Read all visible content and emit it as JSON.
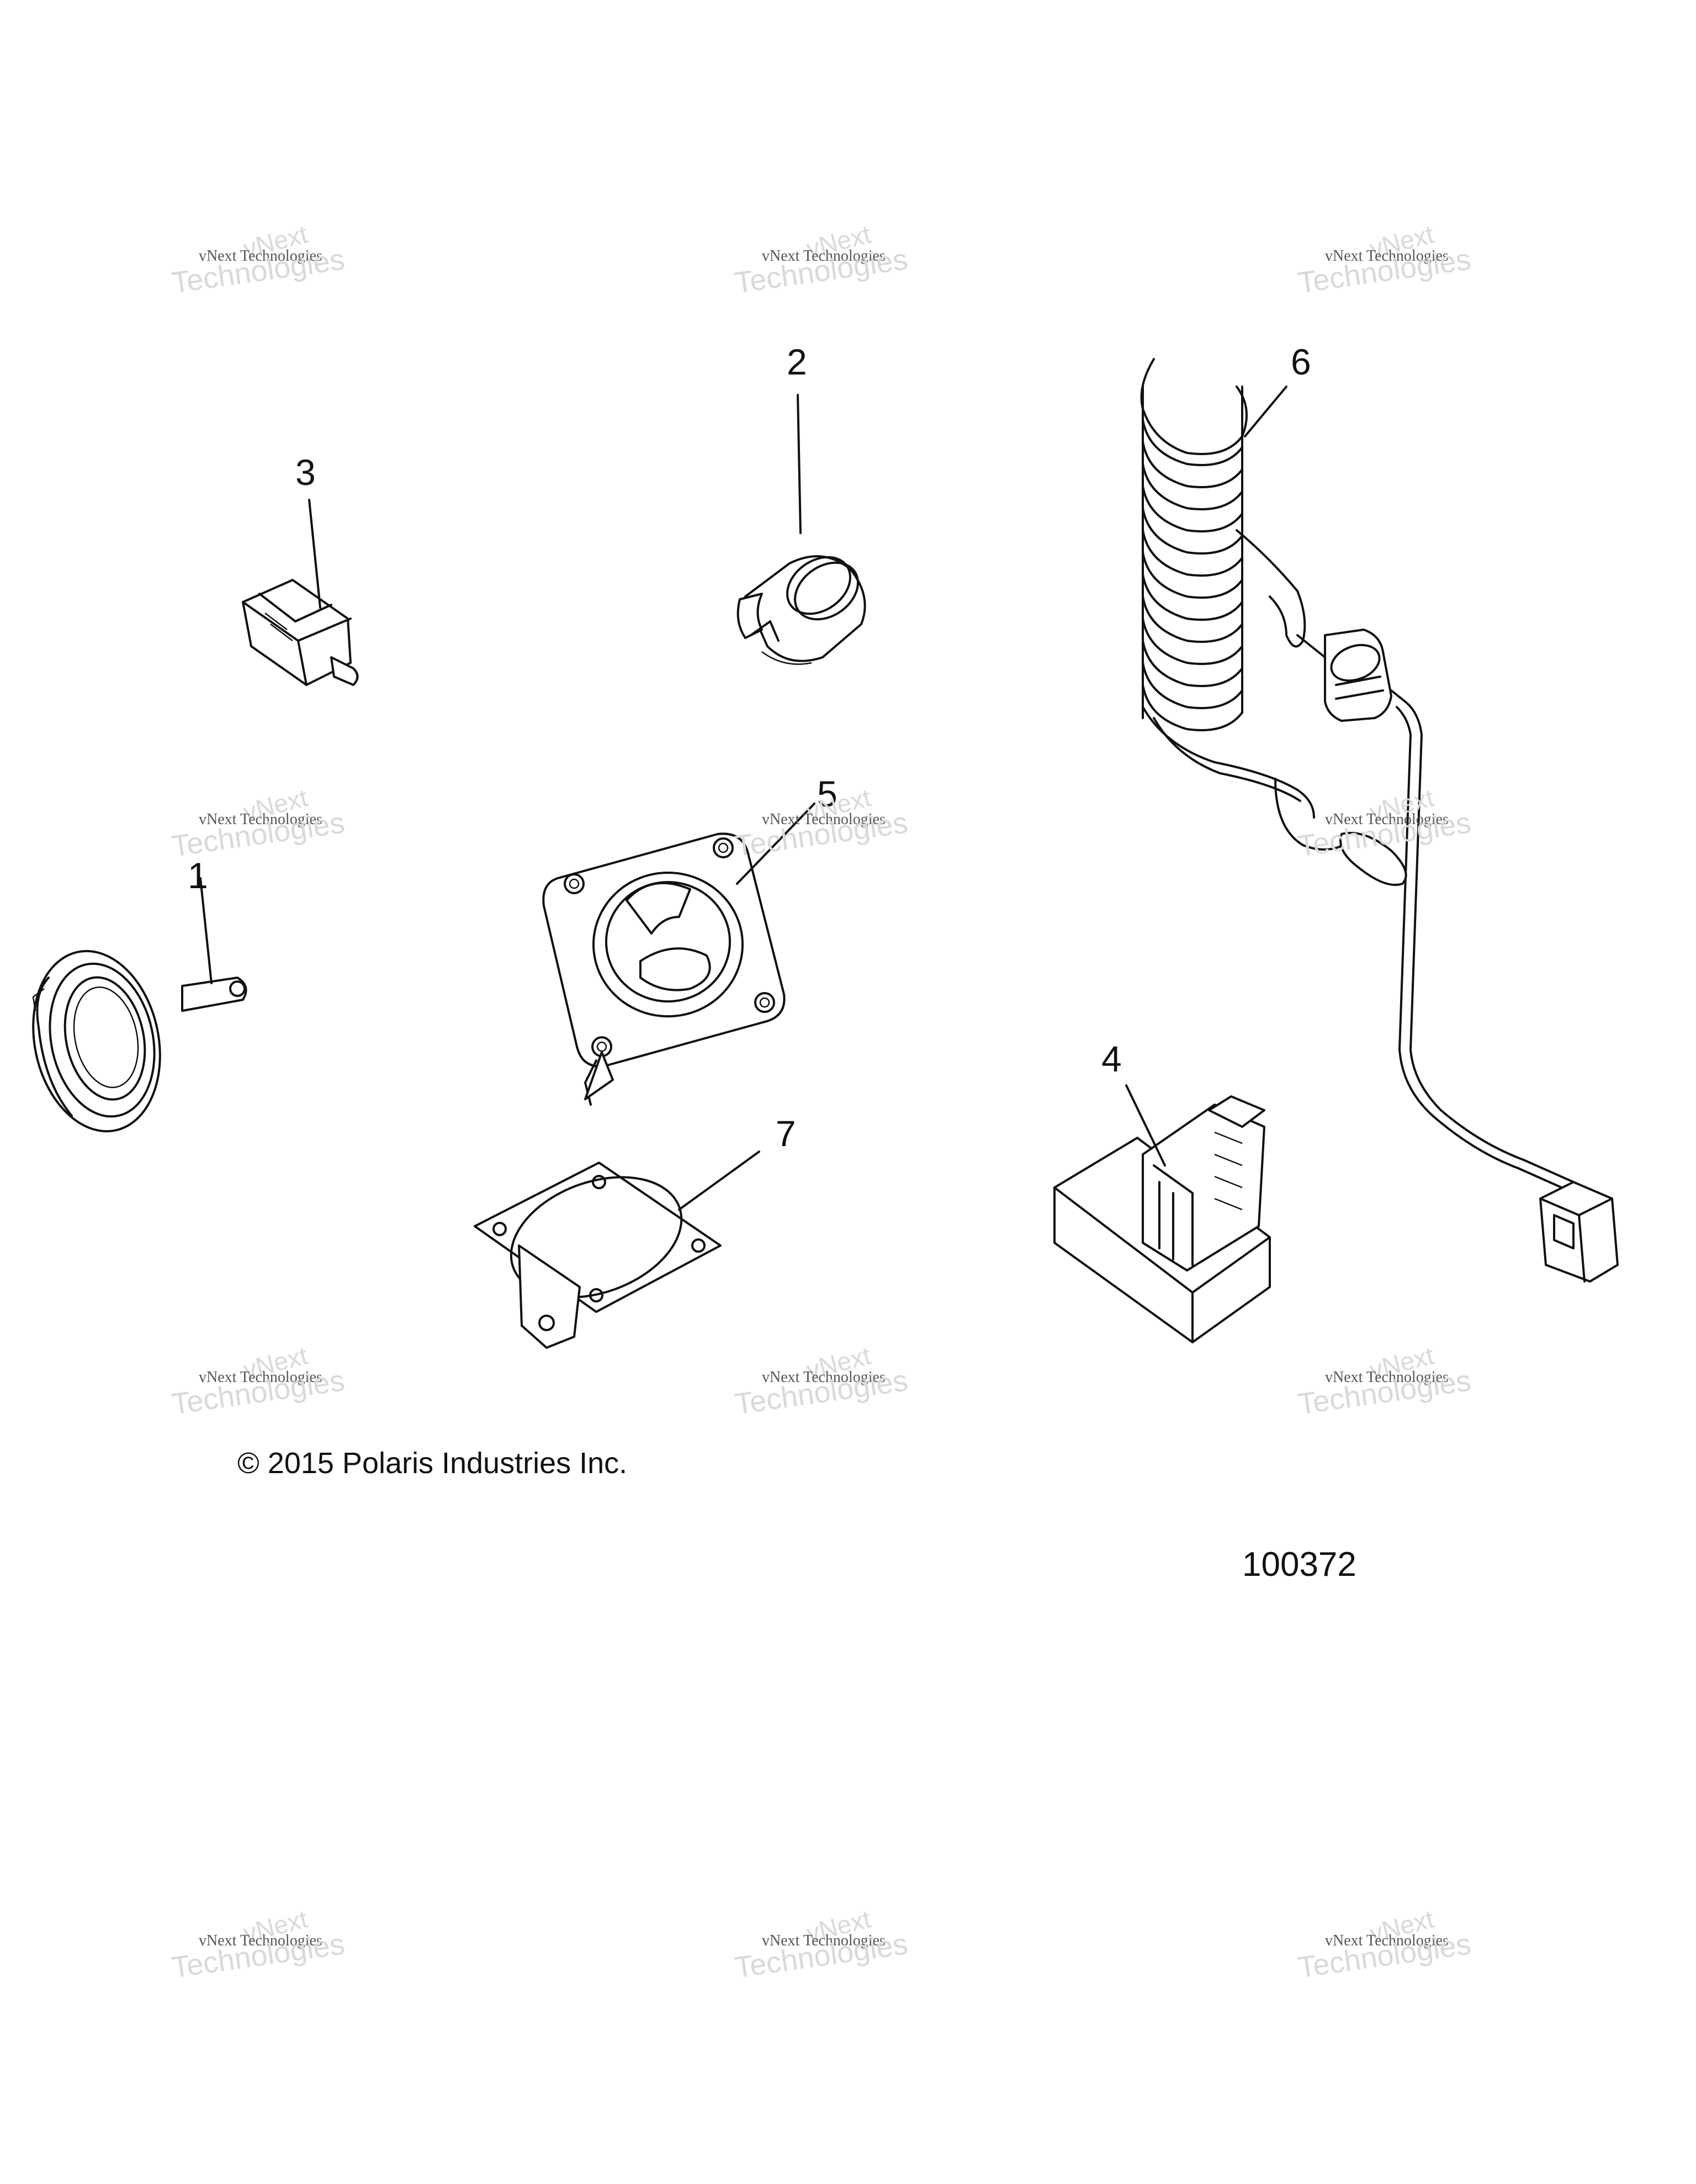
{
  "callouts": {
    "c1": "1",
    "c2": "2",
    "c3": "3",
    "c4": "4",
    "c5": "5",
    "c6": "6",
    "c7": "7"
  },
  "copyright": "© 2015 Polaris Industries Inc.",
  "diagram_id": "100372",
  "watermark": {
    "line1": "vNext",
    "line2": "vNext Technologies",
    "line3": "Technologies"
  }
}
